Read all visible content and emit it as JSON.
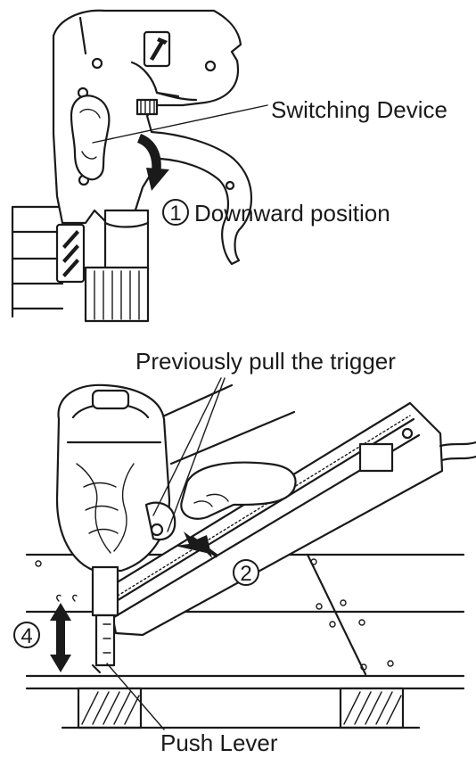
{
  "labels": {
    "switching_device": "Switching Device",
    "step1": "Downward position",
    "trigger": "Previously pull the trigger",
    "push_lever": "Push Lever"
  },
  "steps": {
    "one": "1",
    "two": "2",
    "four": "4"
  },
  "colors": {
    "ink": "#1a1a1a",
    "paper": "#ffffff"
  }
}
